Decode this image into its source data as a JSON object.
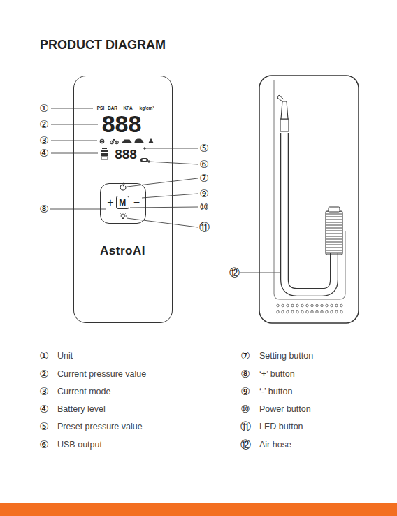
{
  "diagram": {
    "title": "PRODUCT DIAGRAM",
    "nodes": [
      {
        "text": [
          "AstroAI"
        ]
      },
      {
        "text": [
          "+",
          "−"
        ],
        "in": 0
      },
      {
        "text": [
          "M"
        ],
        "in": 1
      }
    ],
    "labels": [
      "PSI",
      "BAR",
      "KPA",
      "kg/cm²",
      "888",
      "888",
      "①",
      "②",
      "③",
      "④",
      "⑤",
      "⑥",
      "⑦",
      "⑧",
      "⑨",
      "⑩",
      "⑪",
      "⑫",
      "①",
      "Unit",
      "②",
      "Current pressure value",
      "③",
      "Current mode",
      "④",
      "Battery level",
      "⑤",
      "Preset pressure value",
      "⑥",
      "USB output",
      "⑦",
      "Setting button",
      "⑧",
      "‘+’ button",
      "⑨",
      "‘-’ button",
      "⑩",
      "Power button",
      "⑪",
      "LED button",
      "⑫",
      "Air hose"
    ]
  }
}
